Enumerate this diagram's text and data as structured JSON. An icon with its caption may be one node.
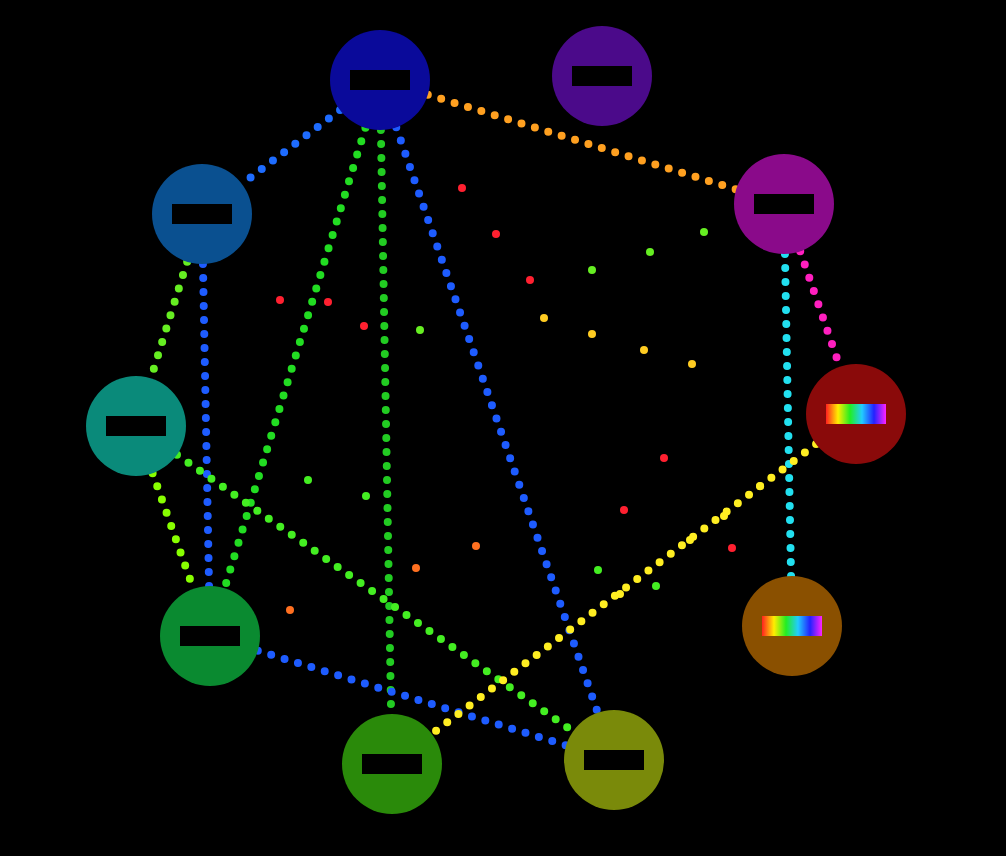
{
  "diagram": {
    "nodes": [
      {
        "text": [],
        "shape": "circle"
      },
      {
        "text": [],
        "shape": "circle"
      },
      {
        "text": [],
        "shape": "circle"
      },
      {
        "text": [],
        "shape": "circle"
      },
      {
        "text": [],
        "shape": "circle"
      },
      {
        "text": [],
        "shape": "circle"
      },
      {
        "text": [],
        "shape": "circle"
      },
      {
        "text": [],
        "shape": "circle"
      },
      {
        "text": [],
        "shape": "circle"
      },
      {
        "text": [],
        "shape": "circle"
      }
    ],
    "edges": [
      {
        "from": 0,
        "to": 2,
        "arrow": "none",
        "style": "dashed",
        "color": "#1e6cff"
      },
      {
        "from": 0,
        "to": 6,
        "arrow": "none",
        "style": "dashed",
        "color": "#22dd22"
      },
      {
        "from": 0,
        "to": 8,
        "arrow": "none",
        "style": "dashed",
        "color": "#22cc22"
      },
      {
        "from": 2,
        "to": 5,
        "arrow": "none",
        "style": "dashed",
        "color": "#66ee22"
      },
      {
        "from": 2,
        "to": 6,
        "arrow": "none",
        "style": "dashed",
        "color": "#1e5cff"
      },
      {
        "from": 5,
        "to": 6,
        "arrow": "none",
        "style": "dashed",
        "color": "#88ff00"
      },
      {
        "from": 3,
        "to": 4,
        "arrow": "none",
        "style": "dashed",
        "color": "#ff1fbf"
      },
      {
        "from": 3,
        "to": 7,
        "arrow": "none",
        "style": "dashed",
        "color": "#22e0f0"
      },
      {
        "from": 6,
        "to": 9,
        "arrow": "none",
        "style": "dashed",
        "color": "#1e5cff"
      },
      {
        "from": 0,
        "to": 3,
        "arrow": "none",
        "style": "dashed",
        "color": "#ffa020"
      },
      {
        "from": 0,
        "to": 9,
        "arrow": "none",
        "style": "dashed",
        "color": "#1e5cff"
      },
      {
        "from": 5,
        "to": 9,
        "arrow": "none",
        "style": "dashed",
        "color": "#44ee22"
      },
      {
        "from": 4,
        "to": 8,
        "arrow": "none",
        "style": "dashed",
        "color": "#ffee22"
      }
    ]
  }
}
